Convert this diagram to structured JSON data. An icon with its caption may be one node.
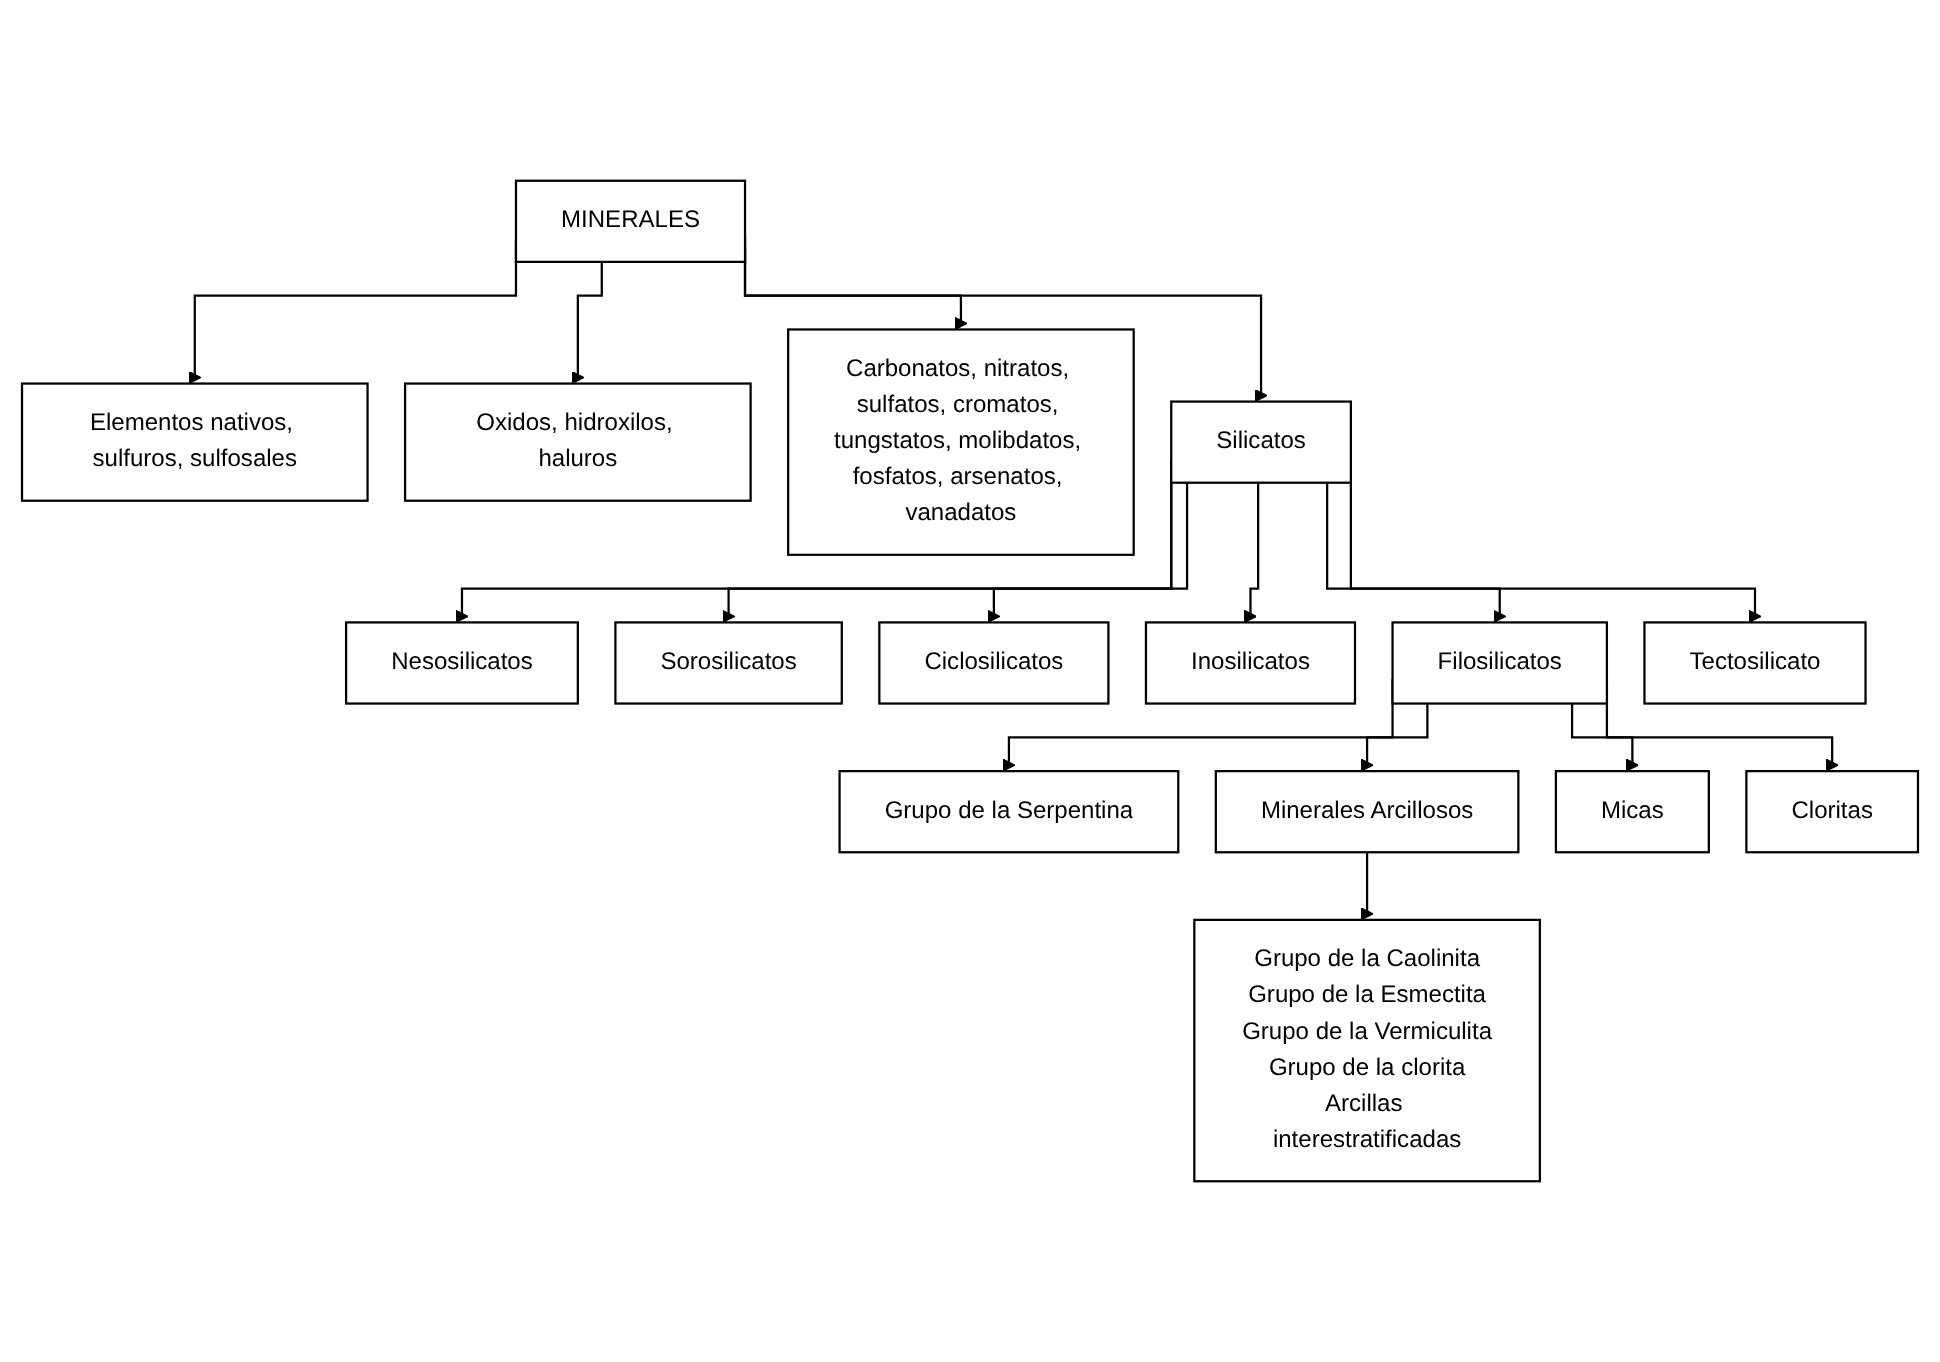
{
  "diagram": {
    "nodes": [
      {
        "text": [
          "MINERALES"
        ]
      },
      {
        "text": [
          "Elementos nativos, sulfuros, sulfosales"
        ]
      },
      {
        "text": [
          "Oxidos, hidroxilos, haluros"
        ]
      },
      {
        "text": [
          "Carbonatos, nitratos, sulfatos, cromatos, tungstatos, molibdatos, fosfatos, arsenatos, vanadatos"
        ]
      },
      {
        "text": [
          "Silicatos"
        ]
      },
      {
        "text": [
          "Nesosilicatos"
        ]
      },
      {
        "text": [
          "Sorosilicatos"
        ]
      },
      {
        "text": [
          "Ciclosilicatos"
        ]
      },
      {
        "text": [
          "Inosilicatos"
        ]
      },
      {
        "text": [
          "Filosilicatos"
        ]
      },
      {
        "text": [
          "Tectosilicato"
        ]
      },
      {
        "text": [
          "Grupo de la Serpentina"
        ]
      },
      {
        "text": [
          "Minerales Arcillosos"
        ]
      },
      {
        "text": [
          "Micas"
        ]
      },
      {
        "text": [
          "Cloritas"
        ]
      },
      {
        "text": [
          "Grupo de la Caolinita",
          "Grupo de la Esmectita",
          "Grupo de la Vermiculita",
          "Grupo de la clorita",
          "Arcillas interestratificadas"
        ]
      }
    ],
    "edges": [
      {
        "from": 0,
        "to": 1,
        "arrow": "to"
      },
      {
        "from": 0,
        "to": 2,
        "arrow": "to"
      },
      {
        "from": 0,
        "to": 3,
        "arrow": "to"
      },
      {
        "from": 0,
        "to": 4,
        "arrow": "to"
      },
      {
        "from": 4,
        "to": 5,
        "arrow": "to"
      },
      {
        "from": 4,
        "to": 6,
        "arrow": "to"
      },
      {
        "from": 4,
        "to": 7,
        "arrow": "to"
      },
      {
        "from": 4,
        "to": 8,
        "arrow": "to"
      },
      {
        "from": 4,
        "to": 9,
        "arrow": "to"
      },
      {
        "from": 4,
        "to": 10,
        "arrow": "to"
      },
      {
        "from": 9,
        "to": 11,
        "arrow": "to"
      },
      {
        "from": 9,
        "to": 12,
        "arrow": "to"
      },
      {
        "from": 9,
        "to": 13,
        "arrow": "to"
      },
      {
        "from": 9,
        "to": 14,
        "arrow": "to"
      },
      {
        "from": 12,
        "to": 15,
        "arrow": "to"
      }
    ]
  }
}
